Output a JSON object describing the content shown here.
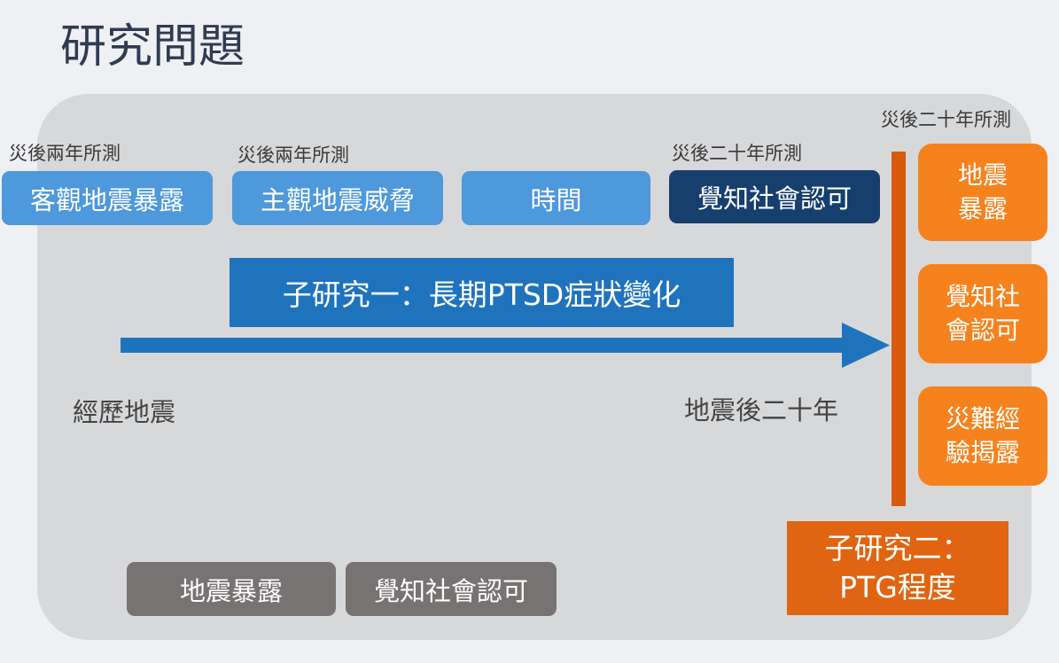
{
  "slide": {
    "title": "研究問題"
  },
  "diagram": {
    "captions": {
      "objective": "災後兩年所測",
      "subjective": "災後兩年所測",
      "social": "災後二十年所測",
      "right": "災後二十年所測"
    },
    "boxes": {
      "objective_exposure": "客觀地震暴露",
      "subjective_threat": "主觀地震威脅",
      "time": "時間",
      "perceived_social_ack": "覺知社會認可",
      "study_one": "子研究一：長期PTSD症狀變化",
      "quake_exposure": "地震暴露",
      "perceived_social_ack_bottom": "覺知社會認可"
    },
    "timeline": {
      "start_label": "經歷地震",
      "end_label": "地震後二十年"
    },
    "right_column": {
      "quake_exposure": "地震\n暴露",
      "social_ack": "覺知社\n會認可",
      "disclosure": "災難經\n驗揭露"
    },
    "study_two": "子研究二：\nPTG程度"
  },
  "colors": {
    "light_blue": "#4e98dc",
    "navy": "#163f6d",
    "mid_blue": "#1f73bd",
    "orange": "#f6821d",
    "dark_orange": "#e06411",
    "gray": "#767372"
  }
}
